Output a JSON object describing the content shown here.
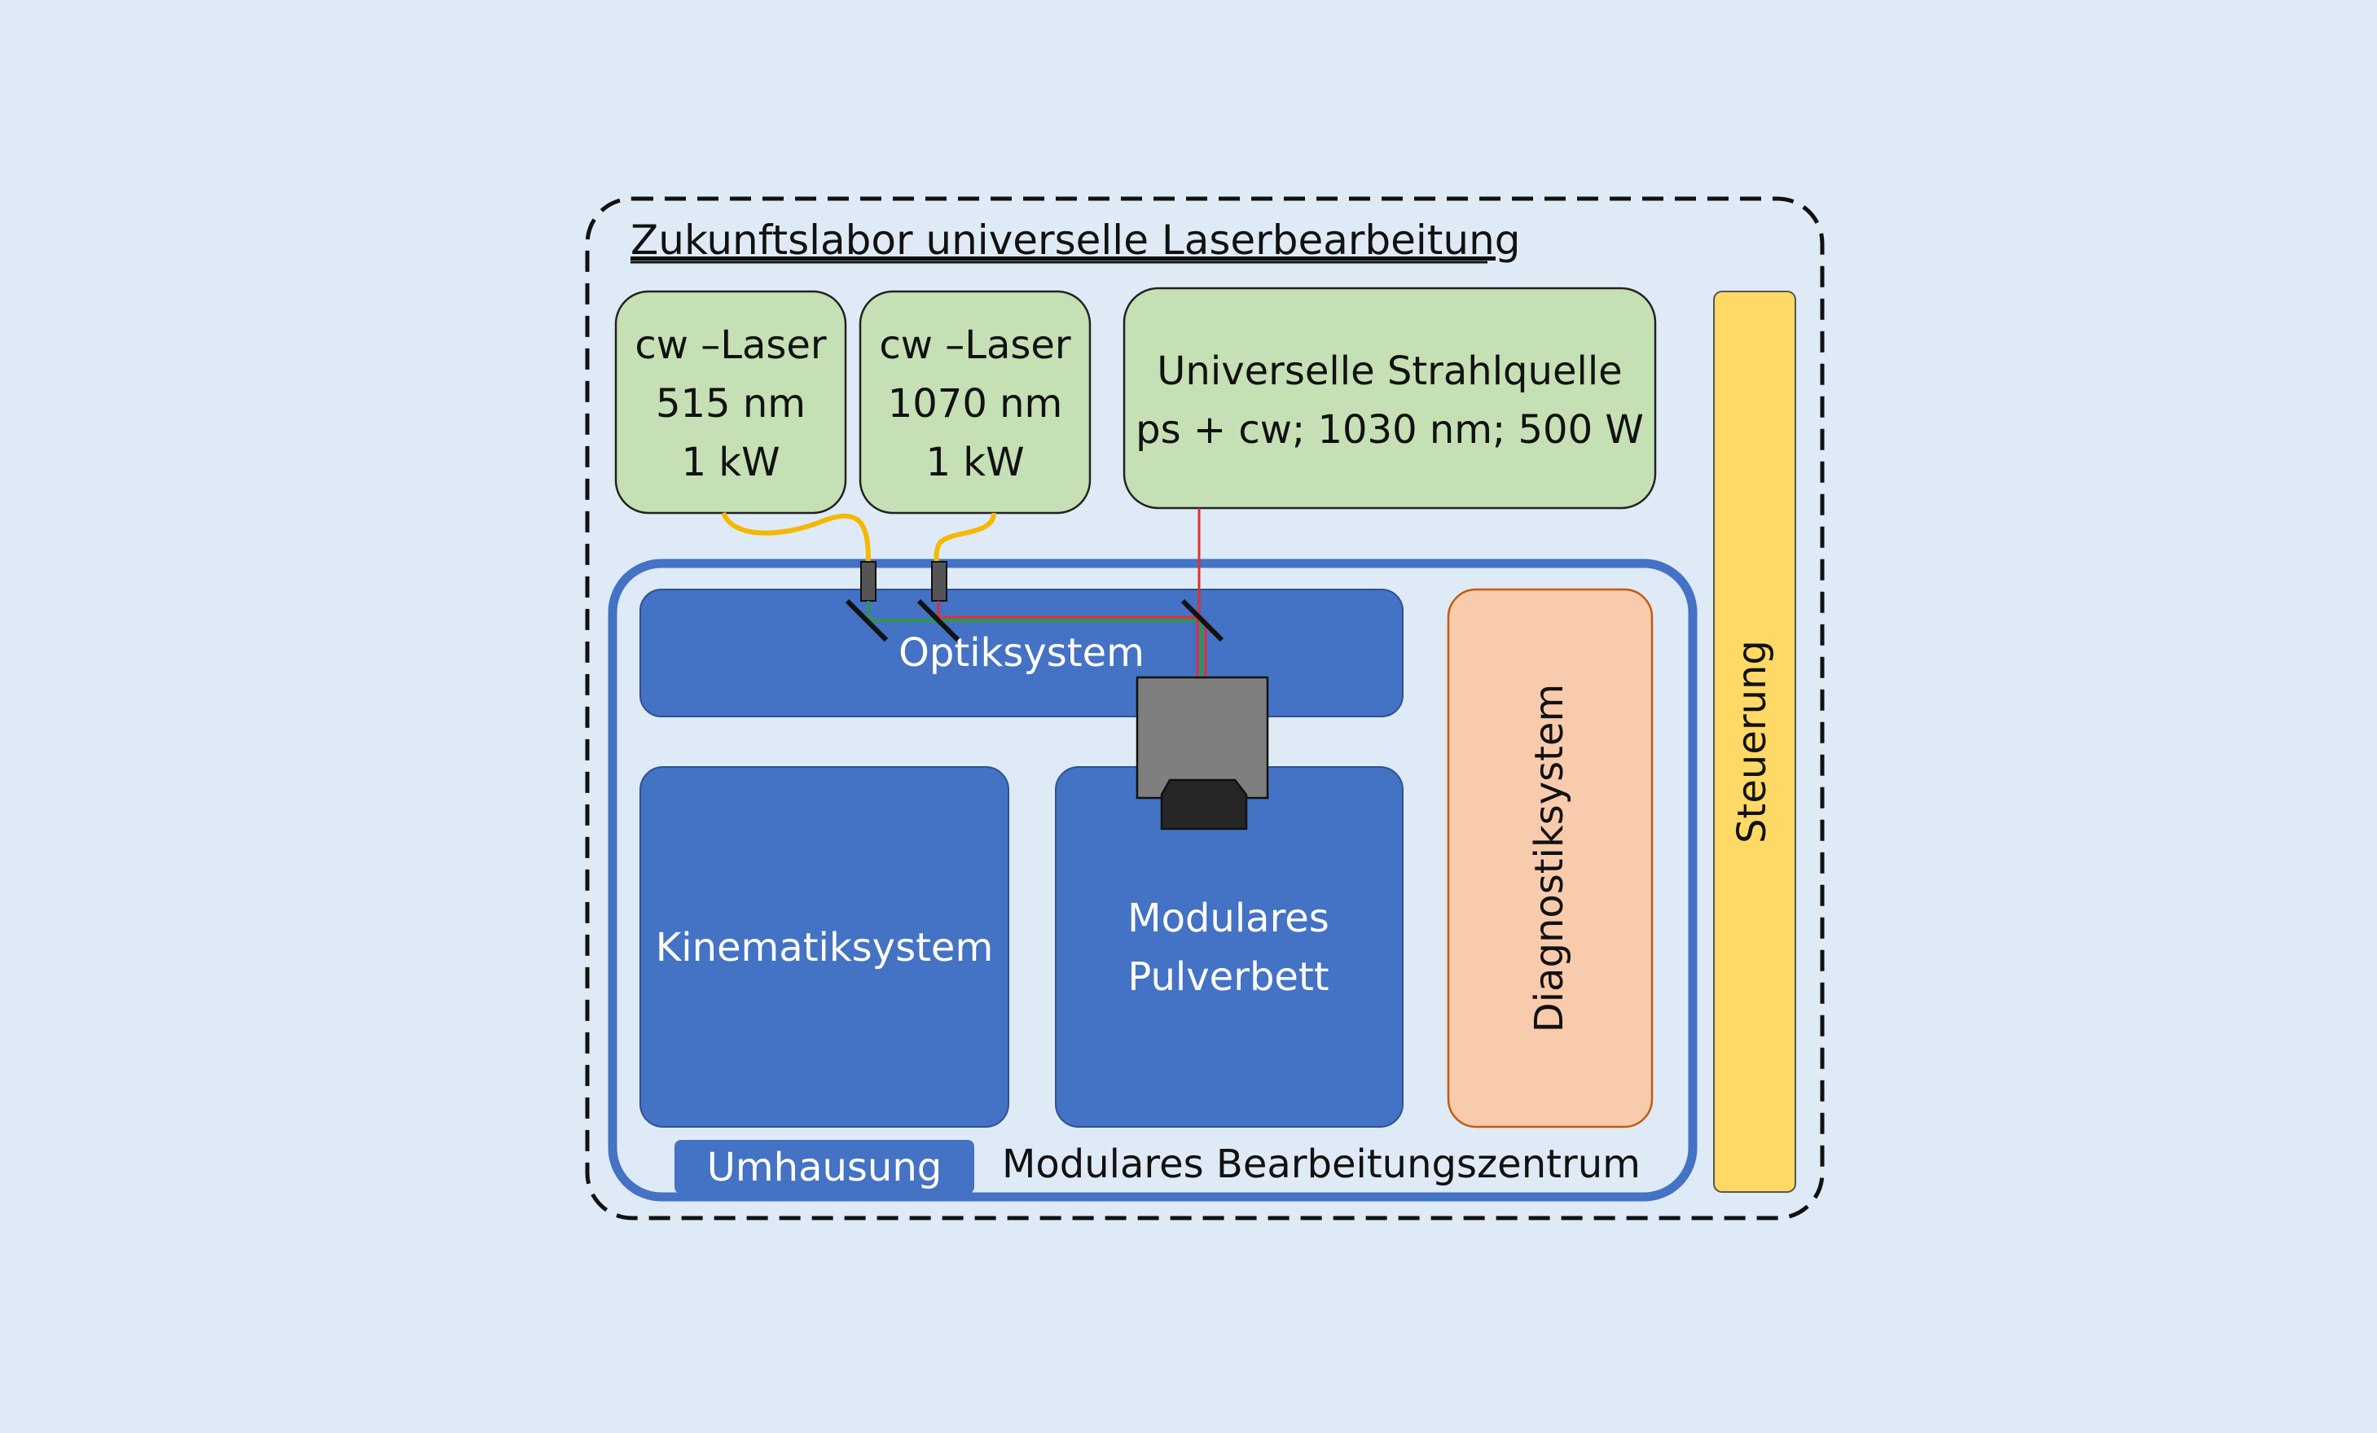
{
  "title": "Zukunftslabor universelle Laserbearbeitung",
  "laser_515": {
    "line1": "cw –Laser",
    "line2": "515 nm",
    "line3": "1 kW"
  },
  "laser_1070": {
    "line1": "cw –Laser",
    "line2": "1070 nm",
    "line3": "1 kW"
  },
  "strahlquelle": {
    "line1": "Universelle Strahlquelle",
    "line2": "ps + cw; 1030 nm; 500 W"
  },
  "steuerung": "Steuerung",
  "optiksystem": "Optiksystem",
  "kinematiksystem": "Kinematiksystem",
  "pulverbett": {
    "line1": "Modulares",
    "line2": "Pulverbett"
  },
  "diagnostiksystem": "Diagnostiksystem",
  "umhausung": "Umhausung",
  "bearbeitungszentrum": "Modulares Bearbeitungszentrum",
  "colors": {
    "background": "#deeaf5",
    "laser_box": "#c5e0b4",
    "module_blue": "#4472c4",
    "diagnostic": "#f8cbad",
    "control": "#ffd966",
    "fiber": "#f5b800",
    "beam_red": "#e03030",
    "beam_green": "#2aa02a"
  }
}
